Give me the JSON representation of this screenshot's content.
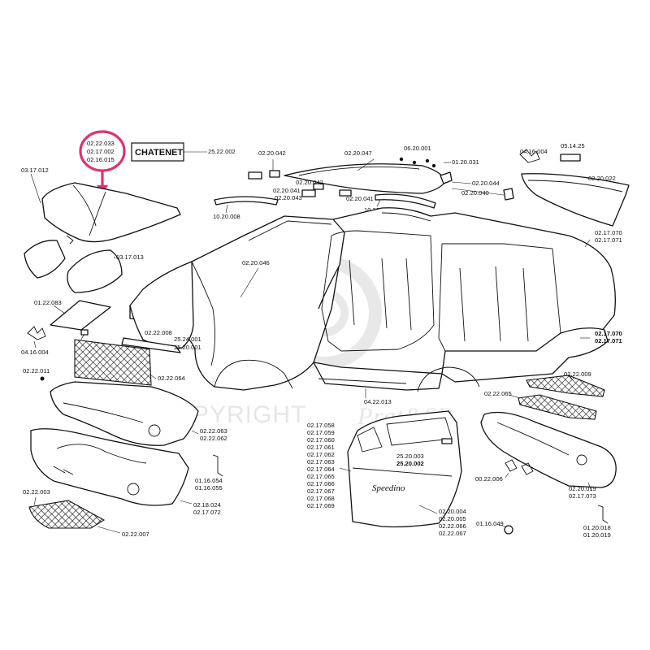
{
  "brand_label": "CHATENET",
  "watermark": {
    "text": "COPYRIGHT",
    "signature": "Prat&SB"
  },
  "highlight": {
    "color": "#e0326e",
    "lines": [
      "02.22.033",
      "02.17.002",
      "02.16.015"
    ]
  },
  "labels": {
    "l_252002": "25.22.002",
    "l_022042": "02.20.042",
    "l_022047": "02.20.047",
    "l_062001": "06.20.001",
    "l_012031": "01.20.031",
    "l_041604_top": "04.16.004",
    "l_051425": "05.14.25",
    "l_022022": "02.20.022",
    "l_031712": "03.17.012",
    "l_022041_a": "02.20.041",
    "l_022043": "02.20.043",
    "l_022042_b": "02.20.042",
    "l_022041_b": "02.20.041",
    "l_022044": "02.20.044",
    "l_022040": "02.20.040",
    "l_102008_a": "10.20.008",
    "l_102008_b": "10.20.008",
    "l_021770_top": "02.17.070",
    "l_021771_top": "02.17.071",
    "l_031713": "03.17.013",
    "l_022046": "02.20.046",
    "l_012283": "01.22.083",
    "l_041604_left": "04.16.004",
    "l_022208": "02.22.008",
    "l_252401": "25.24.001",
    "l_252001": "25.20.001",
    "l_022011": "02.22.011",
    "l_022064": "02.22.064",
    "l_021770_mid": "02.17.070",
    "l_021771_mid": "02.17.071",
    "l_022009": "02.22.009",
    "l_022065": "02.22.065",
    "l_042213": "04.22.013",
    "l_022063": "02.22.063",
    "l_022062": "02.22.062",
    "l_011654": "01.16.054",
    "l_011655": "01.16.055",
    "l_022003": "02.22.003",
    "l_021824": "02.18.024",
    "l_021772": "02.17.072",
    "l_022007": "02.22.007",
    "l_252003": "25.20.003",
    "l_252002b": "25.20.002",
    "l_002206": "00.22.006",
    "l_022019": "02.20.019",
    "l_021773": "02.17.073",
    "l_022004": "02.20.004",
    "l_022005": "02.20.005",
    "l_022066": "02.22.066",
    "l_022067": "02.22.067",
    "l_011649": "01.16.049",
    "l_012018": "01.20.018",
    "l_012019": "01.20.019"
  },
  "door_list": [
    "02.17.058",
    "02.17.059",
    "02.17.060",
    "02.17.061",
    "02.17.062",
    "02.17.063",
    "02.17.064",
    "02.17.065",
    "02.17.066",
    "02.17.067",
    "02.17.068",
    "02.17.069"
  ],
  "door_script": "Speedino"
}
